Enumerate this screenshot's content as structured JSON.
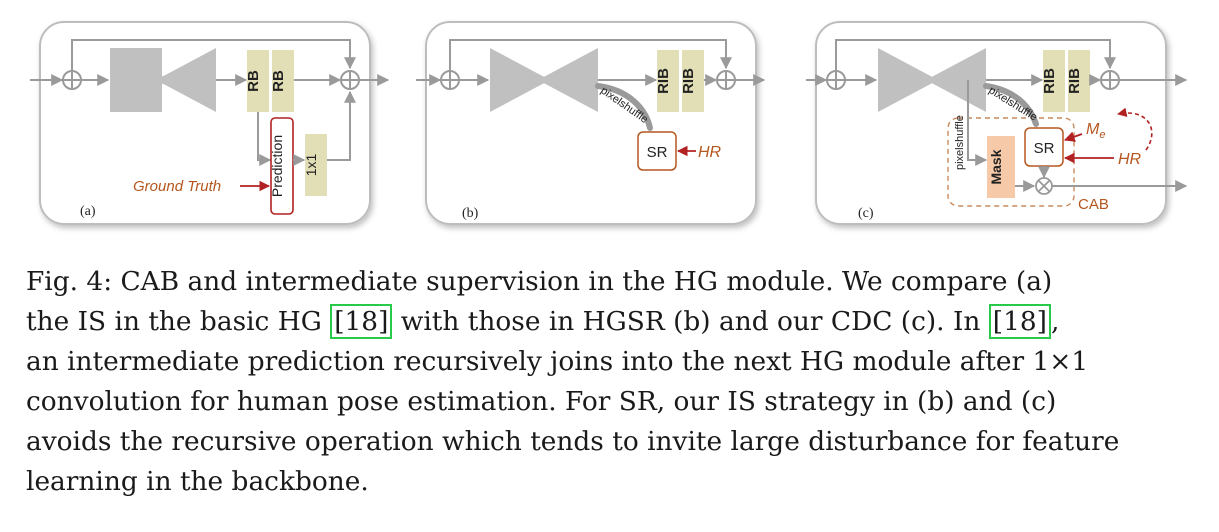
{
  "figure": {
    "panel_a": {
      "label": "(a)",
      "rb1": "RB",
      "rb2": "RB",
      "prediction": "Prediction",
      "conv": "1x1",
      "ground_truth": "Ground Truth"
    },
    "panel_b": {
      "label": "(b)",
      "rib1": "RIB",
      "rib2": "RIB",
      "pixelshuffle": "pixelshuffle",
      "sr": "SR",
      "hr": "HR"
    },
    "panel_c": {
      "label": "(c)",
      "rib1": "RIB",
      "rib2": "RIB",
      "pixelshuffle_top": "pixelshuffle",
      "pixelshuffle_side": "pixelshuffle",
      "sr": "SR",
      "hr": "HR",
      "me_base": "M",
      "me_sub": "e",
      "mask": "Mask",
      "cab": "CAB",
      "otimes": "⊗"
    },
    "colors": {
      "block_gray": "#c0c0c0",
      "rb_fill": "#e2dfb7",
      "mask_fill": "#f6c9a8",
      "accent_red": "#b22222",
      "accent_orange": "#b5561e"
    }
  },
  "caption": {
    "line1": "Fig. 4: CAB and intermediate supervision in the HG module. We compare (a)",
    "line2_a": "the IS in the basic HG ",
    "cite1": "[18]",
    "line2_b": " with those in HGSR (b) and our CDC (c). In ",
    "cite2": "[18]",
    "line2_c": ",",
    "line3": "an intermediate prediction recursively joins into the next HG module after 1×1",
    "line4": "convolution for human pose estimation. For SR, our IS strategy in (b) and (c)",
    "line5": "avoids the recursive operation which tends to invite large disturbance for feature",
    "line6": "learning in the backbone."
  }
}
